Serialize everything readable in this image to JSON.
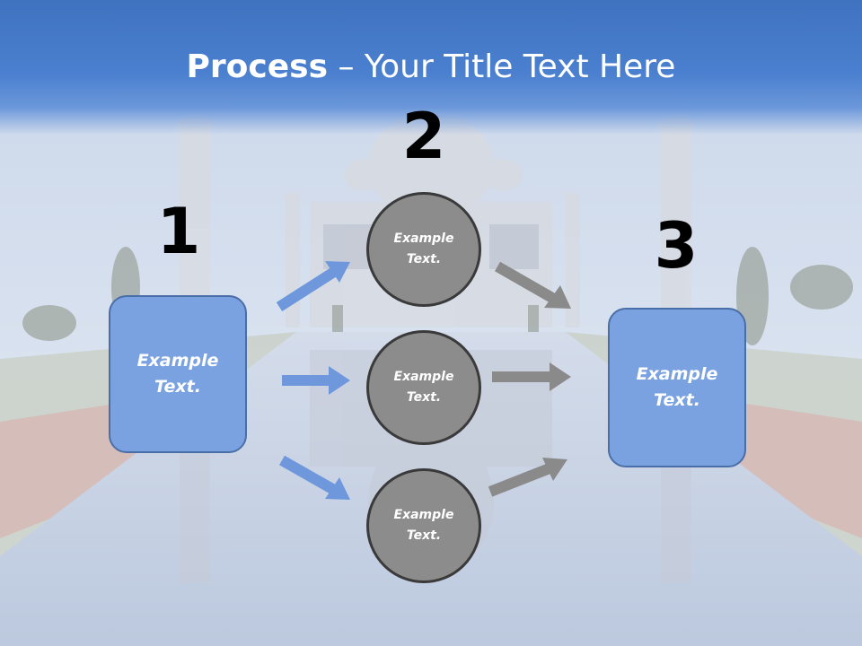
{
  "title": {
    "bold": "Process",
    "rest": " – Your Title Text Here"
  },
  "steps": {
    "one": {
      "number": "1",
      "text": "Example\nText."
    },
    "two": {
      "number": "2"
    },
    "three": {
      "number": "3",
      "text": "Example\nText."
    }
  },
  "circles": [
    {
      "text": "Example\nText."
    },
    {
      "text": "Example\nText."
    },
    {
      "text": "Example\nText."
    }
  ],
  "colors": {
    "title_bar": "#4a80cf",
    "box_fill": "#7aa2e0",
    "box_border": "#4a6ea8",
    "circle_fill": "#8c8c8c",
    "circle_border": "#3a3a3a",
    "arrow_blue": "#6f97dc",
    "arrow_gray": "#8a8a8a"
  }
}
